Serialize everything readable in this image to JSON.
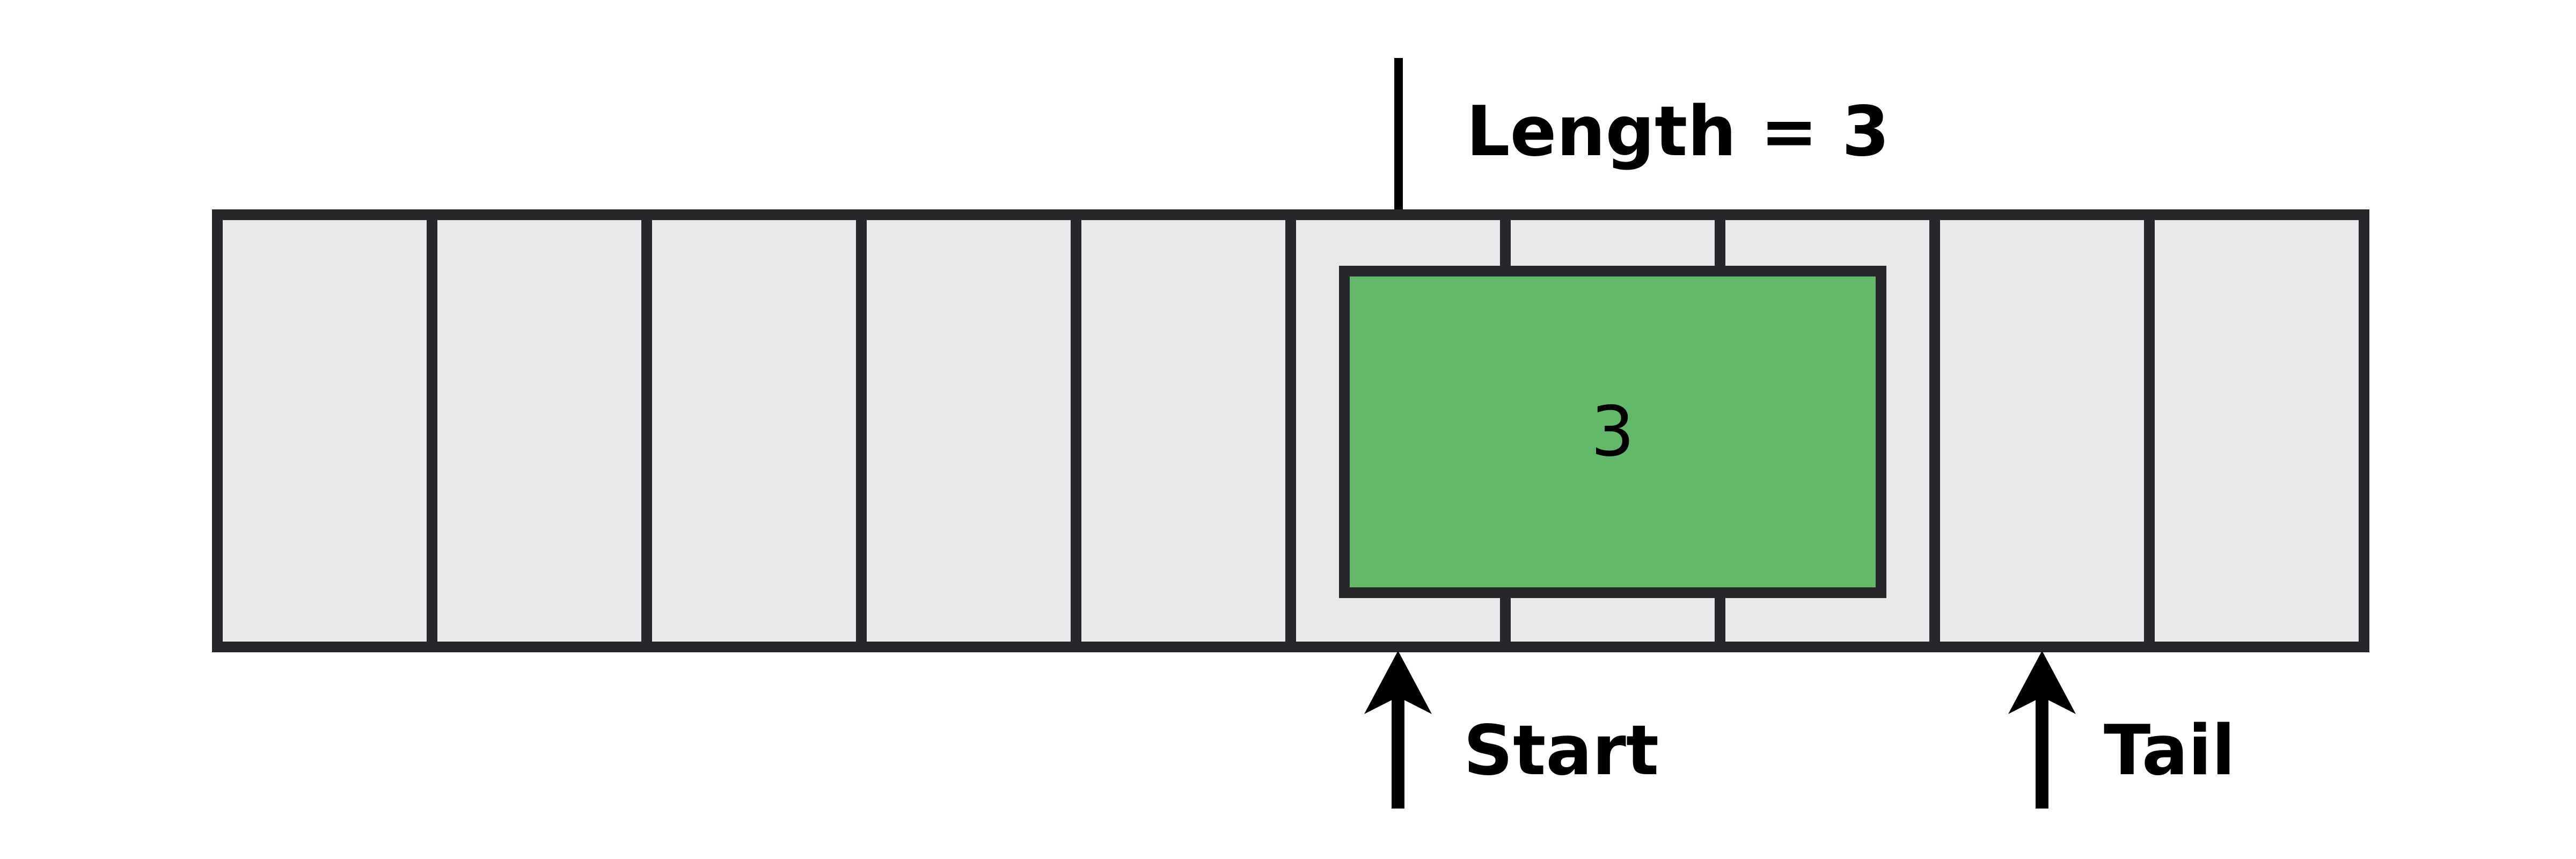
{
  "labels": {
    "length": "Length = 3",
    "start": "Start",
    "tail": "Tail"
  },
  "block": {
    "value": "3",
    "span_cells": 3
  },
  "array": {
    "cell_count": 10
  },
  "icons": {
    "start_arrow": "up-arrow-icon",
    "tail_arrow": "up-arrow-icon"
  },
  "colors": {
    "background": "#ffffff",
    "cell_fill": "#e8e9ea",
    "outline": "#26272b",
    "block_fill": "#63b969",
    "ink": "#000000"
  }
}
